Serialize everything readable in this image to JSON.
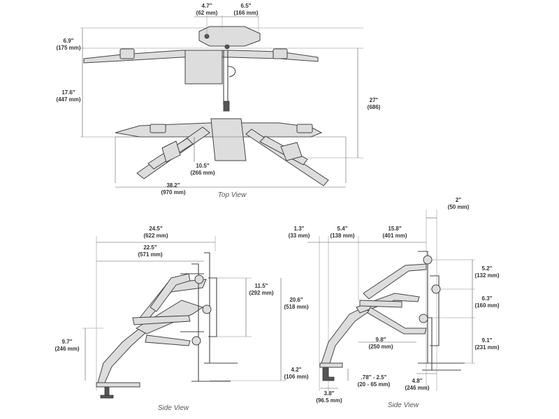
{
  "views": {
    "top": {
      "caption": "Top View"
    },
    "side_left": {
      "caption": "Side View"
    },
    "side_right": {
      "caption": "Side View"
    }
  },
  "dims": {
    "top_4_7": [
      "4.7\"",
      "(62 mm)"
    ],
    "top_6_5": [
      "6.5\"",
      "(166 mm)"
    ],
    "top_6_9": [
      "6.9\"",
      "(175 mm)"
    ],
    "top_17_6": [
      "17.6\"",
      "(447 mm)"
    ],
    "top_27": [
      "27\"",
      "(686)"
    ],
    "top_10_5": [
      "10.5\"",
      "(266 mm)"
    ],
    "top_38_2": [
      "38.2\"",
      "(970 mm)"
    ],
    "sl_24_5": [
      "24.5\"",
      "(622 mm)"
    ],
    "sl_22_5": [
      "22.5\"",
      "(571 mm)"
    ],
    "sl_11_5": [
      "11.5\"",
      "(292 mm)"
    ],
    "sl_20_6": [
      "20.6\"",
      "(518 mm)"
    ],
    "sl_9_7": [
      "9.7\"",
      "(246 mm)"
    ],
    "sl_4_2": [
      "4.2\"",
      "(106 mm)"
    ],
    "sr_1_3": [
      "1.3\"",
      "(33 mm)"
    ],
    "sr_5_4": [
      "5.4\"",
      "(138 mm)"
    ],
    "sr_15_8": [
      "15.8\"",
      "(401 mm)"
    ],
    "sr_2": [
      "2\"",
      "(50 mm)"
    ],
    "sr_5_2": [
      "5.2\"",
      "(132 mm)"
    ],
    "sr_6_3": [
      "6.3\"",
      "(160 mm)"
    ],
    "sr_9_1": [
      "9.1\"",
      "(231 mm)"
    ],
    "sr_9_8": [
      "9.8\"",
      "(250 mm)"
    ],
    "sr_0_78": [
      ".78\" - 2.5\"",
      "(20 - 65 mm)"
    ],
    "sr_4_8": [
      "4.8\"",
      "(246 mm)"
    ],
    "sr_3_8": [
      "3.8\"",
      "(96.5 mm)"
    ]
  }
}
